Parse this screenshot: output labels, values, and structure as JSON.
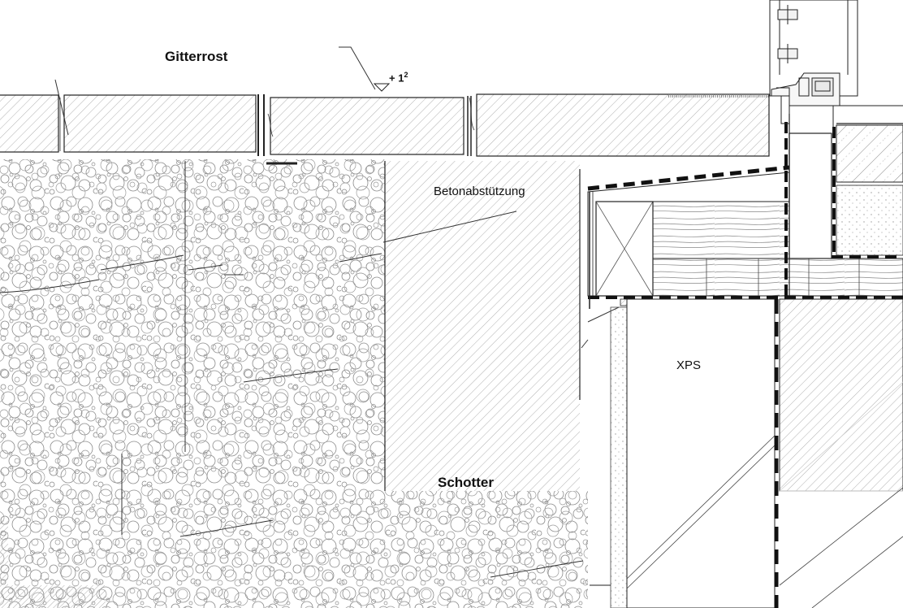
{
  "labels": {
    "gitterrost": "Gitterrost",
    "level": "+ 1",
    "level_exp": "2",
    "betonabstuetzung": "Betonabstützung",
    "xps": "XPS",
    "schotter": "Schotter"
  },
  "colors": {
    "line": "#222222",
    "hatch": "#9a9a9a",
    "gravel": "#8a8a8a",
    "wood": "#777777",
    "background": "#ffffff"
  }
}
